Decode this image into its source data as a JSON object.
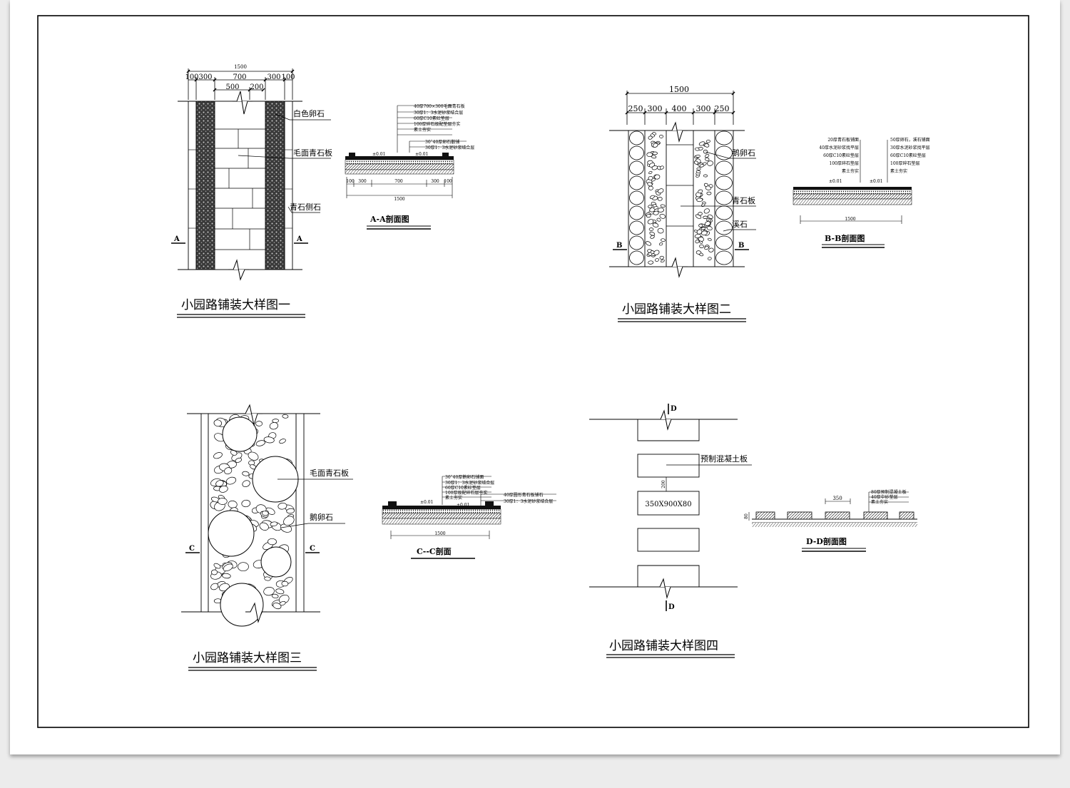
{
  "sheet": {
    "detail1": {
      "title": "小园路铺装大样图一",
      "dims": {
        "total": "1500",
        "d1": "100",
        "d2": "300",
        "d3": "700",
        "d4": "300",
        "d5": "100",
        "d6": "500",
        "d7": "200",
        "d8": "300"
      },
      "labels": [
        "白色卵石",
        "毛面青石板",
        "青石侧石"
      ],
      "cut_mark": "A"
    },
    "section_a": {
      "title": "A-A剖面图",
      "notes": [
        "40厚700×300毛面青石板",
        "30厚1：3水泥砂浆结合层",
        "60厚C10素砼垫层",
        "100厚碎石级配垫层夯实",
        "素土夯实",
        "30˜40厚卵石散铺",
        "30厚1：3水泥砂浆结合层"
      ],
      "levels": [
        "±0.01",
        "±0.01"
      ],
      "dims": {
        "total": "1500",
        "a": "100",
        "b": "300",
        "c": "700",
        "d": "300",
        "e": "100"
      }
    },
    "detail2": {
      "title": "小园路铺装大样图二",
      "dims": {
        "total": "1500",
        "d1": "250",
        "d2": "300",
        "d3": "400",
        "d4": "300",
        "d5": "250"
      },
      "labels": [
        "鹅卵石",
        "青石板",
        "溪石"
      ],
      "cut_mark": "B"
    },
    "section_b": {
      "title": "B-B剖面图",
      "notes_left": [
        "20厚青石板铺面",
        "40厚水泥砂浆找平层",
        "60厚C10素砼垫层",
        "100厚碎石垫层",
        "素土夯实"
      ],
      "notes_right": [
        "50厚卵石，溪石铺面",
        "30厚水泥砂浆找平层",
        "60厚C10素砼垫层",
        "100厚碎石垫层",
        "素土夯实"
      ],
      "levels": [
        "±0.01",
        "±0.01"
      ],
      "dims": {
        "total": "1500"
      }
    },
    "detail3": {
      "title": "小园路铺装大样图三",
      "labels": [
        "毛面青石板",
        "鹅卵石"
      ],
      "cut_mark": "C"
    },
    "section_c": {
      "title": "C--C剖面",
      "notes": [
        "30˜40厚鹅卵石铺面",
        "30厚1：3水泥砂浆结合层",
        "60厚C10素砼垫层",
        "100厚级配碎石层夯实",
        "素土夯实",
        "40厚圆形青石板铺石",
        "30厚1：3水泥砂浆结合层"
      ],
      "levels": [
        "±0.01",
        "±0.01"
      ],
      "dims": {
        "total": "1500"
      }
    },
    "detail4": {
      "title": "小园路铺装大样图四",
      "labels": [
        "预制混凝土板"
      ],
      "slab_size": "350X900X80",
      "dims": {
        "gap": "200"
      },
      "cut_mark": "D"
    },
    "section_d": {
      "title": "D-D剖面图",
      "notes": [
        "80厚预制混凝土板",
        "40厚中砂垫层",
        "素土夯实"
      ],
      "dims": {
        "w": "350",
        "h": "80"
      }
    }
  }
}
